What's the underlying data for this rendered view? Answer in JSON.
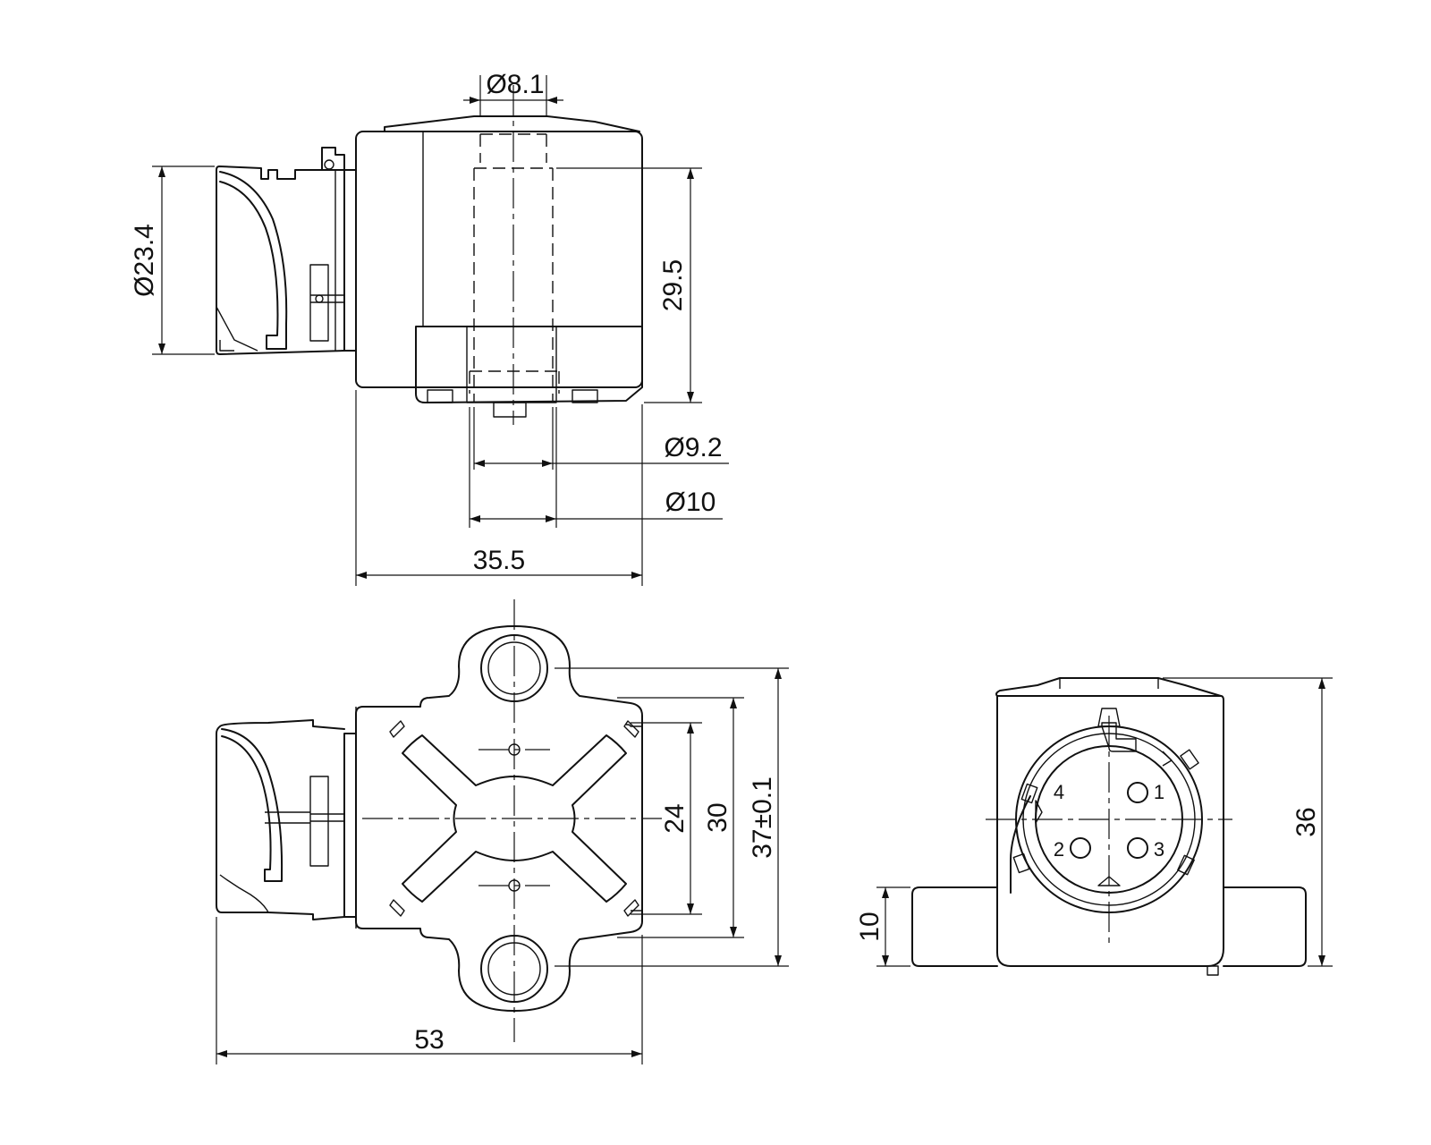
{
  "views": {
    "side": {
      "dimensions": {
        "bore_top": "Ø8.1",
        "connector_dia": "Ø23.4",
        "height": "29.5",
        "bore_inner": "Ø9.2",
        "bore_outer": "Ø10",
        "width": "35.5"
      }
    },
    "top": {
      "dimensions": {
        "inner_width": "24",
        "body_width": "30",
        "hole_pitch": "37±0.1",
        "overall_length": "53"
      }
    },
    "end": {
      "dimensions": {
        "overall_height": "36",
        "port_height": "10"
      },
      "pins": [
        "1",
        "2",
        "3",
        "4"
      ]
    }
  }
}
